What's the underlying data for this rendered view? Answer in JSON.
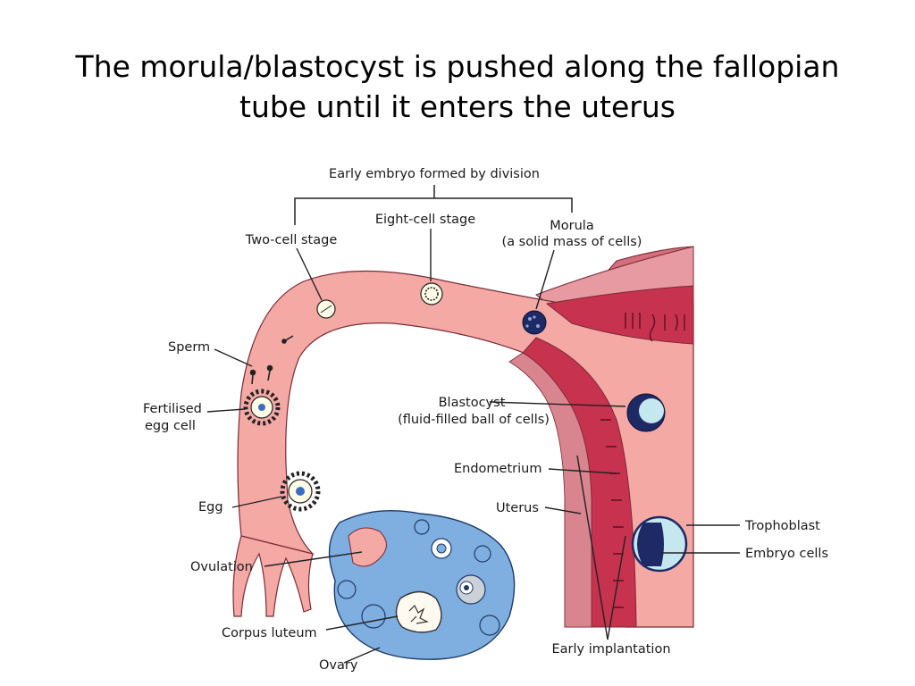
{
  "title": {
    "line1": "The morula/blastocyst is pushed along the fallopian",
    "line2": "tube until it enters the uterus"
  },
  "labels": {
    "early_embryo": "Early embryo formed by division",
    "two_cell": "Two-cell stage",
    "eight_cell": "Eight-cell stage",
    "morula": "Morula",
    "morula_desc": "(a solid mass of cells)",
    "sperm": "Sperm",
    "fertilised_line1": "Fertilised",
    "fertilised_line2": "egg cell",
    "egg": "Egg",
    "blastocyst": "Blastocyst",
    "blastocyst_desc": "(fluid-filled ball of cells)",
    "endometrium": "Endometrium",
    "uterus": "Uterus",
    "ovulation": "Ovulation",
    "corpus_luteum": "Corpus luteum",
    "ovary": "Ovary",
    "trophoblast": "Trophoblast",
    "embryo_cells": "Embryo cells",
    "early_implantation": "Early implantation"
  },
  "colors": {
    "tube": "#f4a9a5",
    "uterus_wall": "#d4707e",
    "endometrium": "#c7334f",
    "ovary": "#7faee0",
    "cell_dark": "#1d2a66",
    "cell_light": "#c5e8f0"
  }
}
